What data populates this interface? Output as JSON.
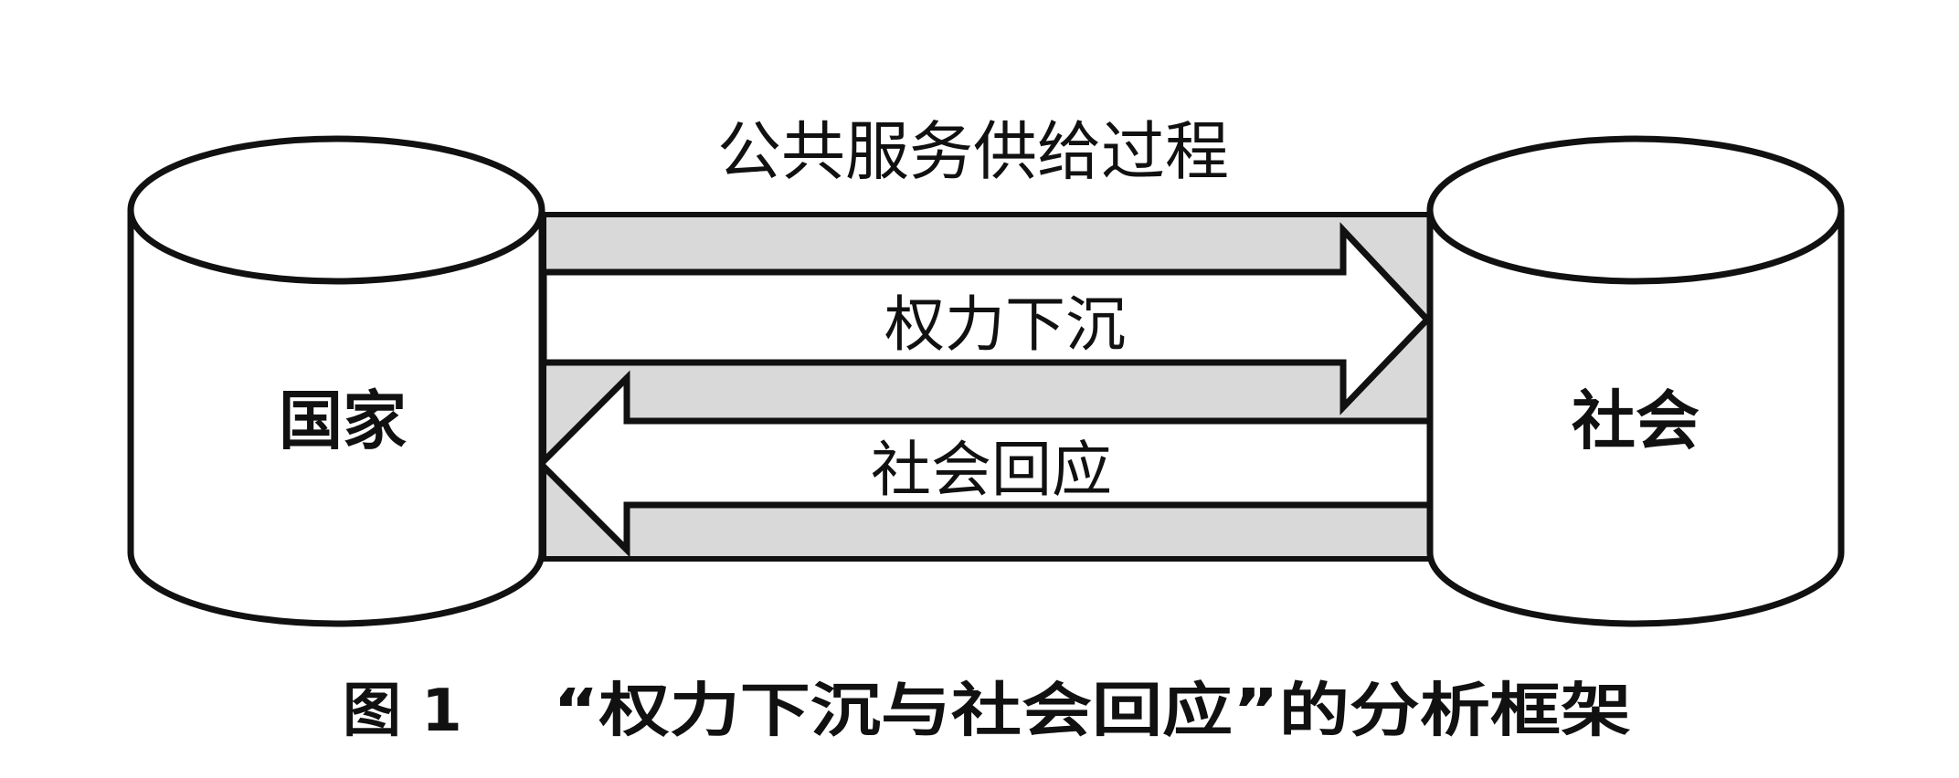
{
  "diagram": {
    "process_label": "公共服务供给过程",
    "left_node": "国家",
    "right_node": "社会",
    "arrow_right_label": "权力下沉",
    "arrow_left_label": "社会回应",
    "caption_number": "图 1",
    "caption_text": "“权力下沉与社会回应”的分析框架",
    "colors": {
      "stroke": "#111111",
      "band_fill": "#d9d9d9",
      "arrow_fill": "#ffffff",
      "background": "#ffffff"
    }
  }
}
